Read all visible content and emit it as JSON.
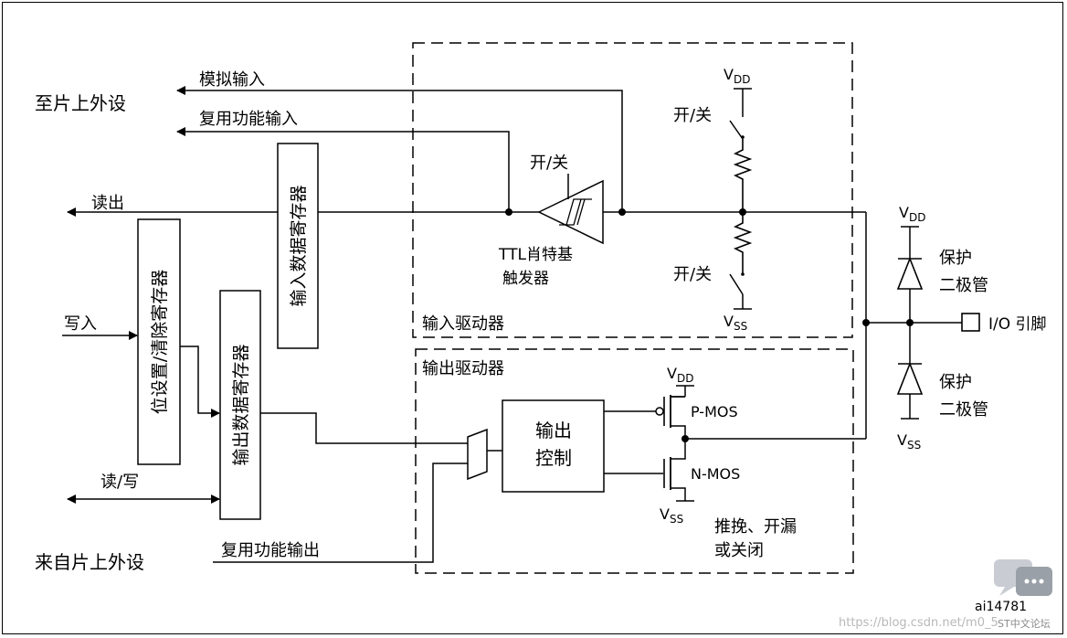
{
  "labels": {
    "to_onchip_peripheral": "至片上外设",
    "from_onchip_peripheral": "来自片上外设",
    "analog_input": "模拟输入",
    "alt_func_input": "复用功能输入",
    "read_out": "读出",
    "write_in": "写入",
    "read_write": "读/写",
    "alt_func_output": "复用功能输出",
    "input_data_register": "输入数据寄存器",
    "bit_set_reset_register": "位设置/清除寄存器",
    "output_data_register": "输出数据寄存器",
    "on_off_schmitt": "开/关",
    "on_off_pullup": "开/关",
    "on_off_pulldown": "开/关",
    "ttl_schmitt_line1": "TTL肖特基",
    "ttl_schmitt_line2": "触发器",
    "input_driver": "输入驱动器",
    "output_driver": "输出驱动器",
    "output_control_line1": "输出",
    "output_control_line2": "控制",
    "pmos": "P-MOS",
    "nmos": "N-MOS",
    "push_pull_line1": "推挽、开漏",
    "push_pull_line2": "或关闭",
    "protect_diode_top_line1": "保护",
    "protect_diode_top_line2": "二极管",
    "protect_diode_bottom_line1": "保护",
    "protect_diode_bottom_line2": "二极管",
    "io_pin": "I/O 引脚",
    "vdd_v": "V",
    "vdd_sub": "DD",
    "vss_v": "V",
    "vss_sub": "SS",
    "figure_id": "ai14781",
    "watermark_url": "https://blog.csdn.net/m0_5",
    "watermark_brand": "ST中文论坛"
  }
}
